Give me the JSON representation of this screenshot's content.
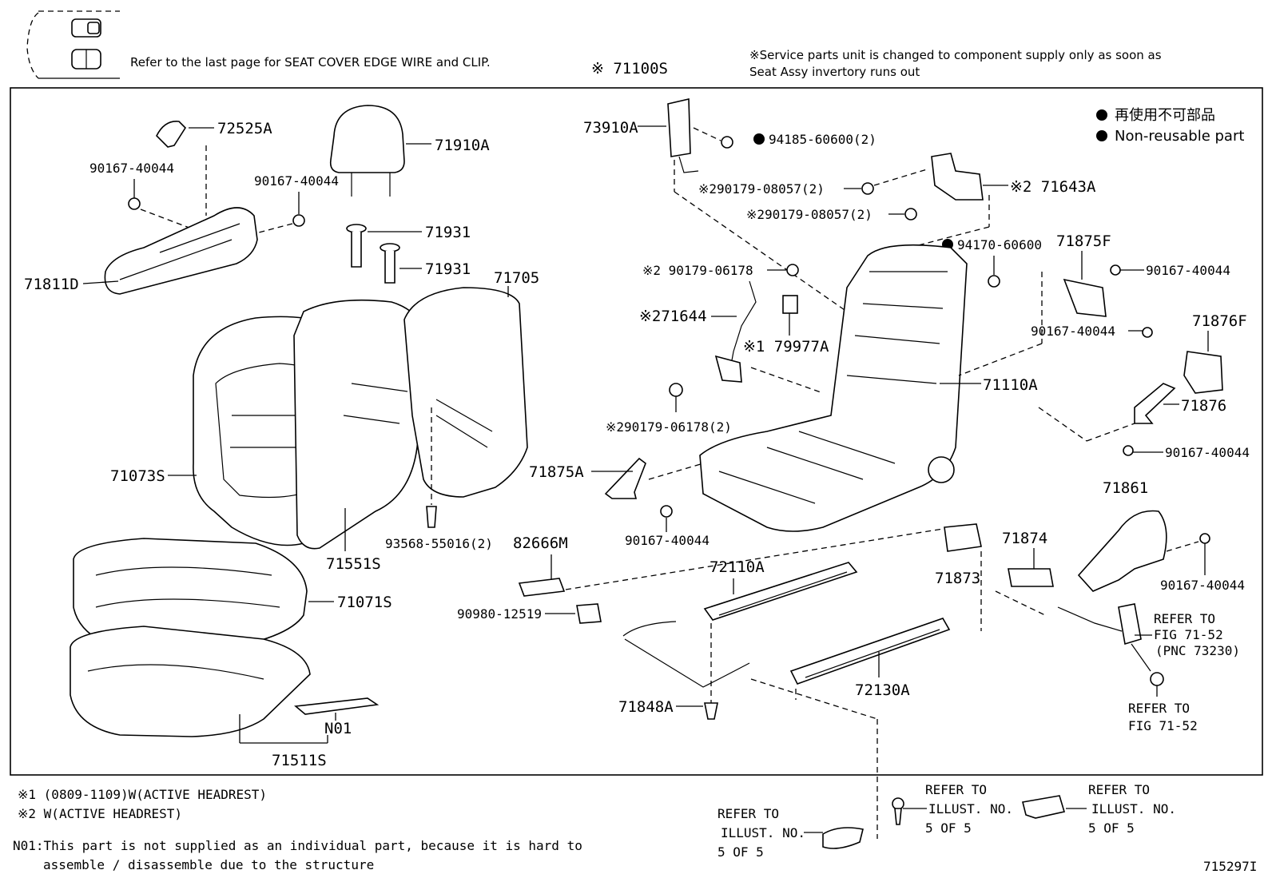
{
  "header": {
    "edge_wire_note": "Refer to the last page for SEAT COVER EDGE WIRE and CLIP.",
    "assembly_number": "※ 71100S",
    "service_note_line1": "※Service parts unit is changed to component supply only as soon as",
    "service_note_line2": "Seat Assy invertory runs out"
  },
  "legend": {
    "non_reusable_jp": "再使用不可部品",
    "non_reusable_en": "Non-reusable part"
  },
  "parts": {
    "p72525A": "72525A",
    "p90167_a": "90167-40044",
    "p90167_b": "90167-40044",
    "p71910A": "71910A",
    "p71931_a": "71931",
    "p71931_b": "71931",
    "p71705": "71705",
    "p71811D": "71811D",
    "p71073S": "71073S",
    "p71551S": "71551S",
    "p93568": "93568-55016(2)",
    "p71071S": "71071S",
    "pN01": "N01",
    "p71511S": "71511S",
    "p73910A": "73910A",
    "p94185": "94185-60600(2)",
    "p90179_08057_a": "※290179-08057(2)",
    "p90179_08057_b": "※290179-08057(2)",
    "p71643A": "※2 71643A",
    "p94170": "94170-60600",
    "p71875F": "71875F",
    "p90167_c": "90167-40044",
    "p90179_06178_a": "※2 90179-06178",
    "p71644": "※271644",
    "p79977A": "※1 79977A",
    "p90167_d": "90167-40044",
    "p71876F": "71876F",
    "p71110A": "71110A",
    "p71876": "71876",
    "p90179_06178_b": "※290179-06178(2)",
    "p71875A": "71875A",
    "p90167_e": "90167-40044",
    "p90167_f": "90167-40044",
    "p71861": "71861",
    "p82666M": "82666M",
    "p72110A": "72110A",
    "p71874": "71874",
    "p71873": "71873",
    "p90167_g": "90167-40044",
    "p90980": "90980-12519",
    "p72130A": "72130A",
    "p71848A": "71848A"
  },
  "refs": {
    "fig_a1": "REFER TO",
    "fig_a2": "FIG 71-52",
    "fig_a3": "(PNC 73230)",
    "fig_b1": "REFER TO",
    "fig_b2": "FIG 71-52",
    "ill_a1": "REFER TO",
    "ill_a2": "ILLUST. NO.",
    "ill_a3": "5 OF 5",
    "ill_b1": "REFER TO",
    "ill_b2": "ILLUST. NO.",
    "ill_b3": "5 OF 5",
    "ill_c1": "REFER TO",
    "ill_c2": "ILLUST. NO.",
    "ill_c3": "5 OF 5"
  },
  "footnotes": {
    "note1": "※1 (0809-1109)W(ACTIVE HEADREST)",
    "note2": "※2 W(ACTIVE HEADREST)",
    "n01_line1": "N01:This part is not supplied as an individual part, because it is hard to",
    "n01_line2": "assemble / disassemble due to the structure"
  },
  "illustration_id": "715297I"
}
